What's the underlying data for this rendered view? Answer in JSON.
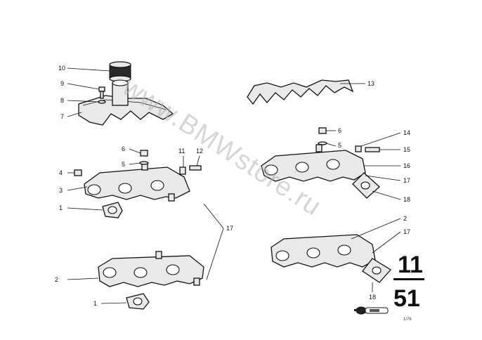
{
  "watermark": "www.BMWstore.ru",
  "catalog": {
    "group_top": "11",
    "group_bottom": "51"
  },
  "footer_code": "1/76",
  "callouts": {
    "c10": "10",
    "c9": "9",
    "c8": "8",
    "c7": "7",
    "c13": "13",
    "c6a": "6",
    "c5a": "5",
    "c11": "11",
    "c12": "12",
    "c4": "4",
    "c3": "3",
    "c1a": "1",
    "c17a": "17",
    "c2a": "2",
    "c1b": "1",
    "c6b": "6",
    "c5b": "5",
    "c14": "14",
    "c15": "15",
    "c16": "16",
    "c17b": "17",
    "c18a": "18",
    "c2b": "2",
    "c17c": "17",
    "c18b": "18"
  }
}
